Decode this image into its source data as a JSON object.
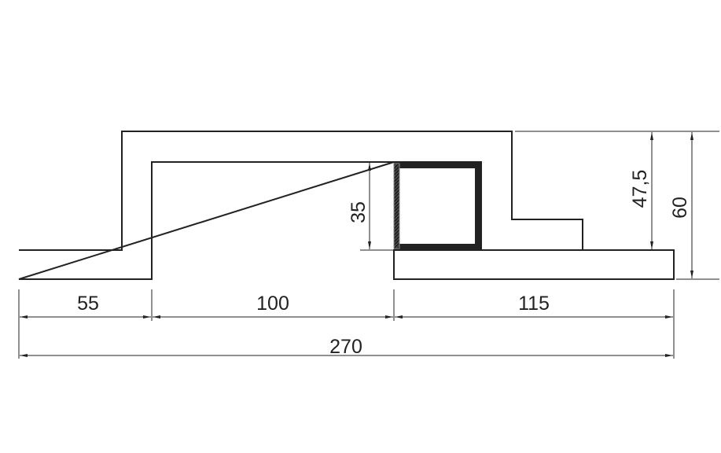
{
  "dimensions": {
    "width_left": "55",
    "width_middle": "100",
    "width_right": "115",
    "width_total": "270",
    "height_box": "35",
    "height_step": "47,5",
    "height_total": "60"
  },
  "colors": {
    "line": "#222222",
    "box": "#222222"
  }
}
